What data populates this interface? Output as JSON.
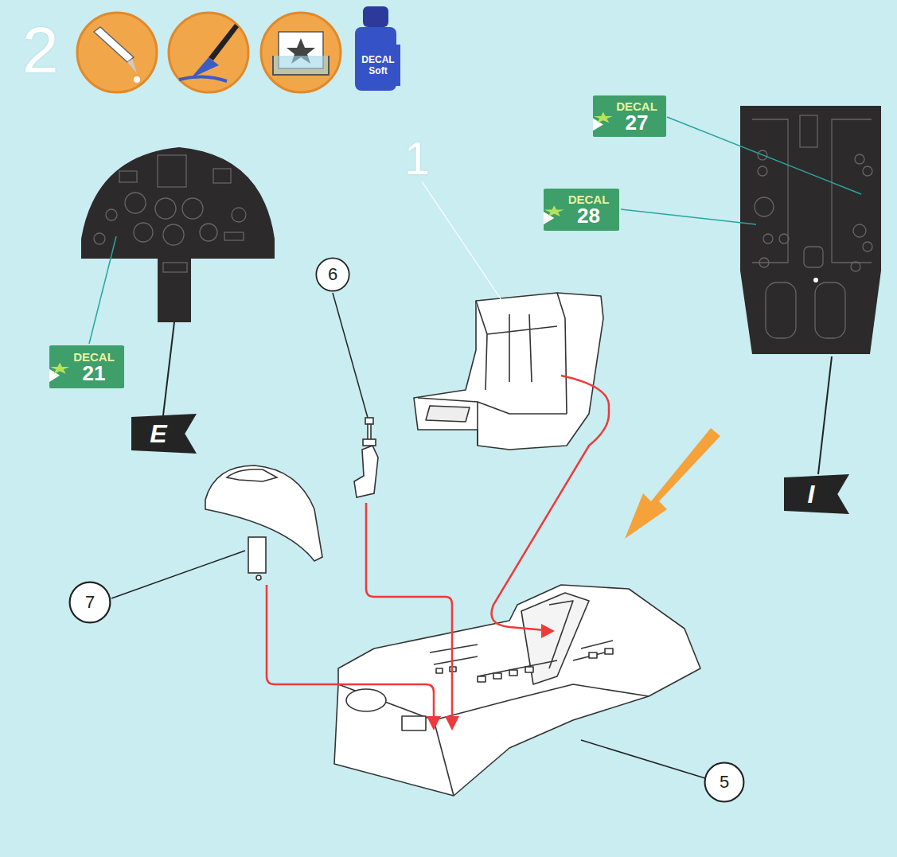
{
  "diagram": {
    "nodes": [
      {
        "text": [
          "DECAL Soft"
        ]
      },
      {
        "text": [
          "DECAL",
          "27"
        ]
      },
      {
        "text": [
          "DECAL",
          "28"
        ]
      },
      {
        "text": [
          "6"
        ]
      },
      {
        "text": [
          "DECAL",
          "21"
        ]
      },
      {
        "text": [
          "E"
        ]
      },
      {
        "text": [
          "I"
        ]
      },
      {
        "text": [
          "7"
        ]
      },
      {
        "text": [
          "5"
        ]
      }
    ],
    "labels": [
      "2",
      "1"
    ]
  }
}
